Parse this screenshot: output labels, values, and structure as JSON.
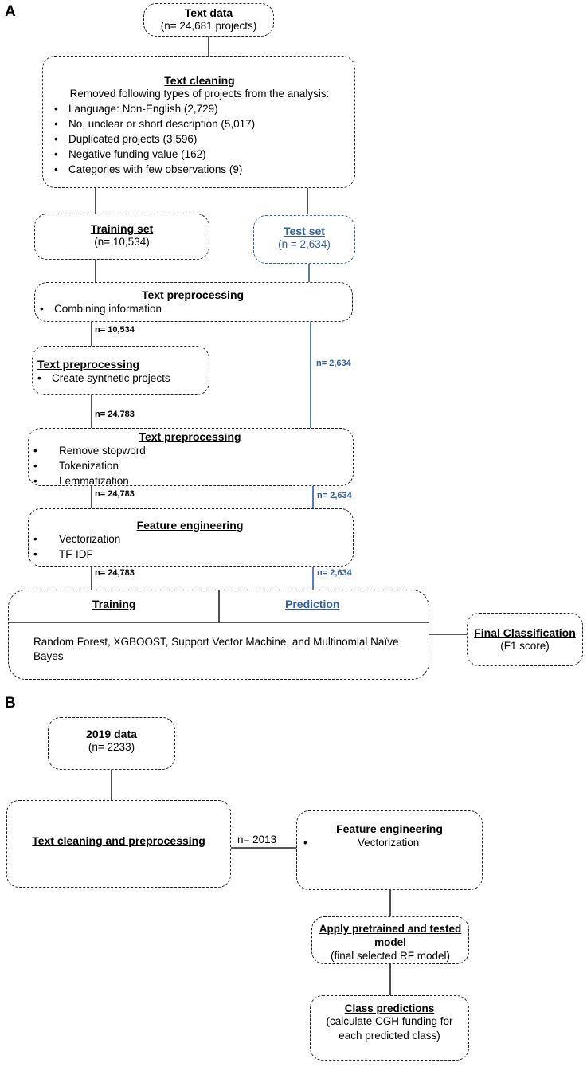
{
  "panel_a": {
    "label": "A",
    "text_data": {
      "title": "Text data",
      "sub": "(n= 24,681 projects)"
    },
    "text_cleaning": {
      "title": "Text cleaning",
      "intro": "Removed following types of projects from the analysis:",
      "items": [
        "Language: Non-English (2,729)",
        "No, unclear or short description (5,017)",
        "Duplicated projects (3,596)",
        "Negative funding value (162)",
        "Categories with few observations (9)"
      ]
    },
    "training_set": {
      "title": "Training set",
      "sub": "(n= 10,534)"
    },
    "test_set": {
      "title": "Test set",
      "sub": "(n = 2,634)"
    },
    "preproc1": {
      "title": "Text preprocessing",
      "items": [
        "Combining information"
      ]
    },
    "preproc2": {
      "title": "Text preprocessing",
      "items": [
        "Create synthetic projects"
      ]
    },
    "preproc3": {
      "title": "Text preprocessing",
      "items": [
        "Remove stopword",
        "Tokenization",
        "Lemmatization"
      ]
    },
    "feature_eng": {
      "title": "Feature engineering",
      "items": [
        "Vectorization",
        "TF-IDF"
      ]
    },
    "model_box": {
      "training": "Training",
      "prediction": "Prediction",
      "models": "Random Forest, XGBOOST, Support Vector Machine, and Multinomial Naïve Bayes"
    },
    "final": {
      "title": "Final Classification",
      "sub": "(F1 score)"
    },
    "labels": {
      "n_train_1": "n= 10,534",
      "n_test_1": "n= 2,634",
      "n_train_2": "n= 24,783",
      "n_train_3": "n= 24,783",
      "n_test_2": "n= 2,634",
      "n_train_4": "n= 24,783",
      "n_test_3": "n= 2,634"
    }
  },
  "panel_b": {
    "label": "B",
    "data_2019": {
      "title": "2019 data",
      "sub": "(n= 2233)"
    },
    "cleaning": {
      "title": "Text cleaning and preprocessing"
    },
    "n_label": "n= 2013",
    "feature_eng": {
      "title": "Feature engineering",
      "items": [
        "Vectorization"
      ]
    },
    "apply_model": {
      "title": "Apply pretrained and tested model",
      "sub": "(final selected RF model)"
    },
    "class_pred": {
      "title": "Class predictions",
      "sub": "(calculate CGH funding for each predicted class)"
    }
  },
  "colors": {
    "line": "#222222",
    "accent_blue": "#2e5fa8"
  }
}
